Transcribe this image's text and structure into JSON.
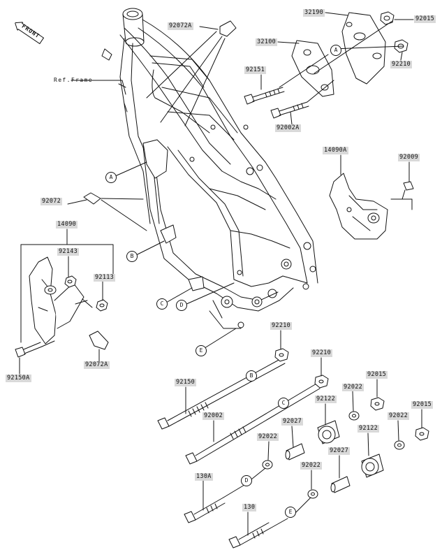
{
  "orientation": {
    "front_label": "FRONT"
  },
  "reference_label": "Ref.Frame",
  "part_labels": {
    "p92072A_top": "92072A",
    "p32190": "32190",
    "p92015_top": "92015",
    "p32100": "32100",
    "p92210_top": "92210",
    "p92151": "92151",
    "p92002A": "92002A",
    "p14090A": "14090A",
    "p92009": "92009",
    "p92072": "92072",
    "p14090": "14090",
    "p92143": "92143",
    "p92113": "92113",
    "p92150A": "92150A",
    "p92072A_bottom": "92072A",
    "p92210_b1": "92210",
    "p92210_b2": "92210",
    "p92150": "92150",
    "p92015_b1": "92015",
    "p92022_a": "92022",
    "p92122_a": "92122",
    "p92002": "92002",
    "p92027_a": "92027",
    "p92122_b": "92122",
    "p92022_b": "92022",
    "p92015_b2": "92015",
    "p92022_c": "92022",
    "p92027_b": "92027",
    "p130A": "130A",
    "p92022_d": "92022",
    "p130": "130"
  },
  "callouts": {
    "A_frame": "A",
    "A_plate": "A",
    "B_frame": "B",
    "B_bolt": "B",
    "C_frame": "C",
    "C_bolt": "C",
    "D_frame": "D",
    "D_bolt": "D",
    "E_frame": "E",
    "E_bolt": "E"
  }
}
